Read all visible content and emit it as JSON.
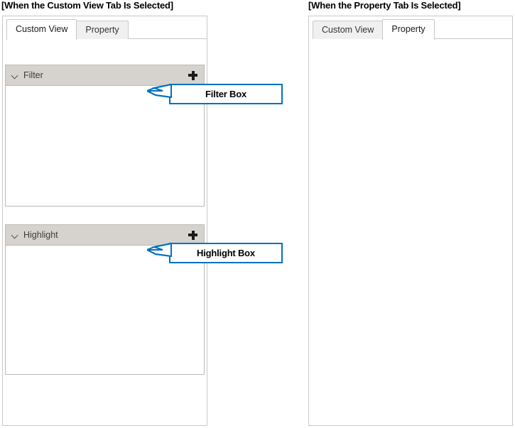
{
  "captions": {
    "left": "[When the Custom View Tab Is Selected]",
    "right": "[When the Property Tab Is Selected]"
  },
  "left_panel": {
    "tabs": [
      {
        "label": "Custom View",
        "selected": true
      },
      {
        "label": "Property",
        "selected": false
      }
    ],
    "sections": [
      {
        "title": "Filter",
        "expand_icon": "chevron-down-icon",
        "add_icon": "plus-icon",
        "content": ""
      },
      {
        "title": "Highlight",
        "expand_icon": "chevron-down-icon",
        "add_icon": "plus-icon",
        "content": ""
      }
    ]
  },
  "right_panel": {
    "tabs": [
      {
        "label": "Custom View",
        "selected": false
      },
      {
        "label": "Property",
        "selected": true
      }
    ],
    "content": ""
  },
  "callouts": [
    {
      "label": "Filter Box",
      "points_to": "filter-section"
    },
    {
      "label": "Highlight Box",
      "points_to": "highlight-section"
    }
  ],
  "colors": {
    "callout_border": "#0070c0",
    "section_header_bg": "#d6d3ce",
    "panel_border": "#c8c8c8",
    "tab_inactive_bg": "#f0f0f0",
    "tab_active_bg": "#ffffff"
  }
}
